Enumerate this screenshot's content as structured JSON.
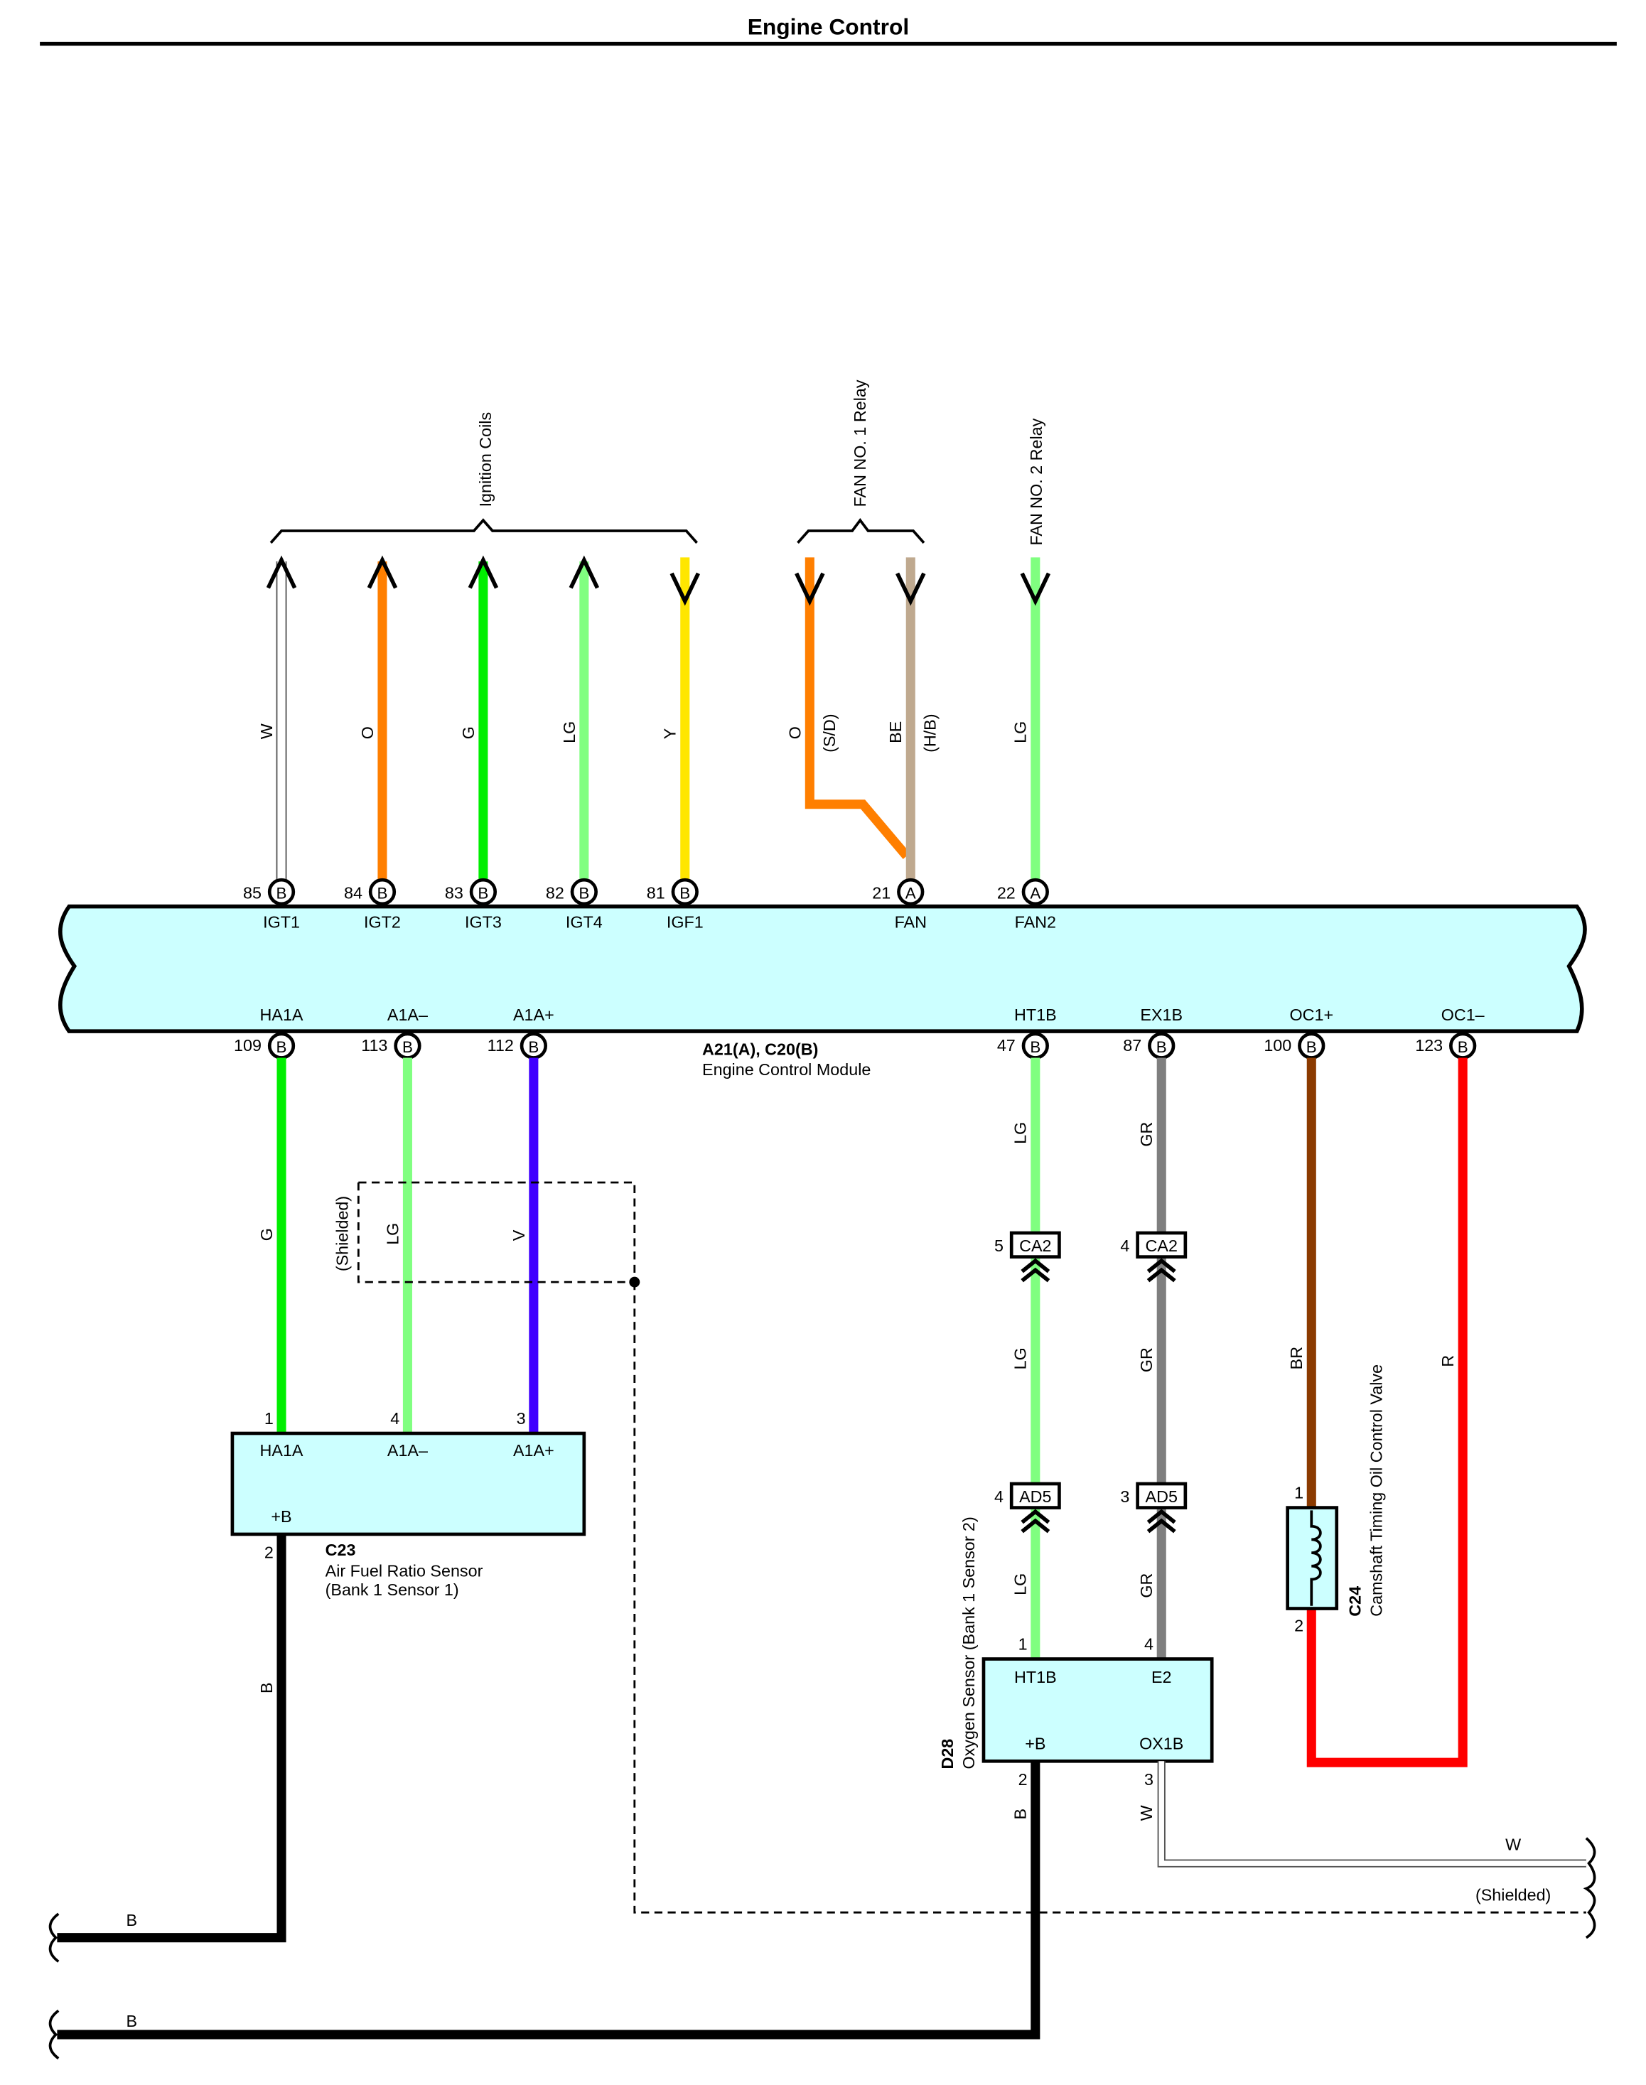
{
  "page_title": "Engine Control",
  "ecm": {
    "code": "A21(A), C20(B)",
    "name": "Engine Control Module",
    "top_pins": [
      {
        "num": "85",
        "conn": "B",
        "label": "IGT1"
      },
      {
        "num": "84",
        "conn": "B",
        "label": "IGT2"
      },
      {
        "num": "83",
        "conn": "B",
        "label": "IGT3"
      },
      {
        "num": "82",
        "conn": "B",
        "label": "IGT4"
      },
      {
        "num": "81",
        "conn": "B",
        "label": "IGF1"
      },
      {
        "num": "21",
        "conn": "A",
        "label": "FAN"
      },
      {
        "num": "22",
        "conn": "A",
        "label": "FAN2"
      }
    ],
    "bottom_pins": [
      {
        "num": "109",
        "conn": "B",
        "label": "HA1A"
      },
      {
        "num": "113",
        "conn": "B",
        "label": "A1A–"
      },
      {
        "num": "112",
        "conn": "B",
        "label": "A1A+"
      },
      {
        "num": "47",
        "conn": "B",
        "label": "HT1B"
      },
      {
        "num": "87",
        "conn": "B",
        "label": "EX1B"
      },
      {
        "num": "100",
        "conn": "B",
        "label": "OC1+"
      },
      {
        "num": "123",
        "conn": "B",
        "label": "OC1–"
      }
    ]
  },
  "destinations": {
    "ignition_coils": "Ignition Coils",
    "fan1_relay": "FAN NO. 1 Relay",
    "fan2_relay": "FAN NO. 2 Relay"
  },
  "wire_colors": {
    "W": "W",
    "O": "O",
    "G": "G",
    "LG": "LG",
    "Y": "Y",
    "BE": "BE",
    "V": "V",
    "GR": "GR",
    "BR": "BR",
    "R": "R",
    "B": "B"
  },
  "wire_notes": {
    "sd": "(S/D)",
    "hb": "(H/B)",
    "shielded": "(Shielded)"
  },
  "connectors": {
    "ca2": "CA2",
    "ad5": "AD5",
    "ca2_pin_lg": "5",
    "ca2_pin_gr": "4",
    "ad5_pin_lg": "4",
    "ad5_pin_gr": "3"
  },
  "c23": {
    "code": "C23",
    "name": "Air Fuel Ratio Sensor",
    "sub": "(Bank 1 Sensor 1)",
    "pins": [
      {
        "num": "1",
        "label": "HA1A"
      },
      {
        "num": "4",
        "label": "A1A–"
      },
      {
        "num": "3",
        "label": "A1A+"
      }
    ],
    "plus_b": "+B",
    "plus_b_pin": "2"
  },
  "d28": {
    "code": "D28",
    "name": "Oxygen Sensor (Bank 1 Sensor 2)",
    "pin_ht1b": {
      "num": "1",
      "label": "HT1B"
    },
    "pin_e2": {
      "num": "4",
      "label": "E2"
    },
    "pin_plusb": {
      "num": "2",
      "label": "+B"
    },
    "pin_ox1b": {
      "num": "3",
      "label": "OX1B"
    }
  },
  "c24": {
    "code": "C24",
    "name": "Camshaft Timing Oil Control Valve",
    "pin_top": "1",
    "pin_bottom": "2"
  },
  "colors": {
    "W": "#ffffff",
    "O": "#ff7f00",
    "G": "#00ee00",
    "LG": "#80ff80",
    "Y": "#ffe600",
    "BE": "#bfa98f",
    "V": "#4000ff",
    "GR": "#7f7f7f",
    "BR": "#8b3a00",
    "R": "#ff0000",
    "B": "#000000",
    "module": "#ccffff"
  }
}
